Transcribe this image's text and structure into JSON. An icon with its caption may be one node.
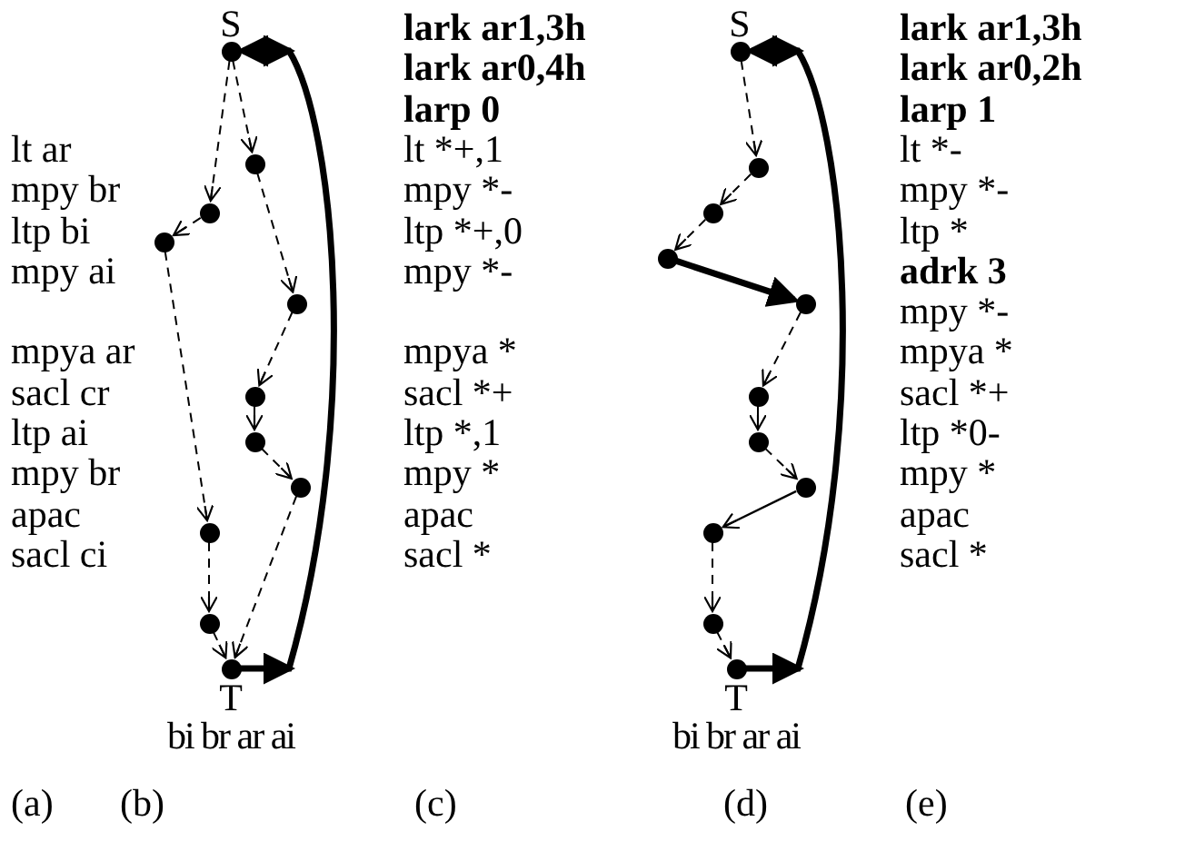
{
  "diagram": {
    "nodes": [
      {
        "text": [
          "S"
        ]
      },
      {
        "text": [],
        "shape": "circle"
      },
      {
        "text": [],
        "shape": "circle"
      },
      {
        "text": [],
        "shape": "circle"
      },
      {
        "text": [],
        "shape": "circle"
      },
      {
        "text": [],
        "shape": "circle"
      },
      {
        "text": [],
        "shape": "circle"
      },
      {
        "text": [],
        "shape": "circle"
      },
      {
        "text": [],
        "shape": "circle"
      },
      {
        "text": [],
        "shape": "circle"
      },
      {
        "text": [
          "T"
        ],
        "beside": [
          "bi br ar ai"
        ]
      },
      {
        "text": [
          "S"
        ]
      },
      {
        "text": [],
        "shape": "circle"
      },
      {
        "text": [],
        "shape": "circle"
      },
      {
        "text": [],
        "shape": "circle"
      },
      {
        "text": [],
        "shape": "circle"
      },
      {
        "text": [],
        "shape": "circle"
      },
      {
        "text": [],
        "shape": "circle"
      },
      {
        "text": [],
        "shape": "circle"
      },
      {
        "text": [],
        "shape": "circle"
      },
      {
        "text": [],
        "shape": "circle"
      },
      {
        "text": [
          "T"
        ],
        "beside": [
          "bi br ar ai"
        ]
      }
    ],
    "edges": [
      {
        "from": 0,
        "to": 1,
        "arrow": "to",
        "style": "dashed"
      },
      {
        "from": 0,
        "to": 2,
        "arrow": "to",
        "style": "dashed"
      },
      {
        "from": 2,
        "to": 3,
        "arrow": "to",
        "style": "dashed"
      },
      {
        "from": 1,
        "to": 4,
        "arrow": "to",
        "style": "dashed"
      },
      {
        "from": 4,
        "to": 5,
        "arrow": "to",
        "style": "dashed"
      },
      {
        "from": 5,
        "to": 6,
        "arrow": "to",
        "style": "dashed"
      },
      {
        "from": 6,
        "to": 7,
        "arrow": "to",
        "style": "dashed"
      },
      {
        "from": 3,
        "to": 8,
        "arrow": "to",
        "style": "dashed"
      },
      {
        "from": 8,
        "to": 9,
        "arrow": "to",
        "style": "dashed"
      },
      {
        "from": 7,
        "to": 10,
        "arrow": "to",
        "style": "dashed"
      },
      {
        "from": 9,
        "to": 10,
        "arrow": "to",
        "style": "dashed"
      },
      {
        "from": 10,
        "to": 0,
        "arrow": "to",
        "style": "thick"
      },
      {
        "from": 11,
        "to": 12,
        "arrow": "to",
        "style": "dashed"
      },
      {
        "from": 12,
        "to": 13,
        "arrow": "to",
        "style": "dashed"
      },
      {
        "from": 13,
        "to": 14,
        "arrow": "to",
        "style": "dashed"
      },
      {
        "from": 14,
        "to": 15,
        "arrow": "to",
        "style": "thick"
      },
      {
        "from": 15,
        "to": 16,
        "arrow": "to",
        "style": "dashed"
      },
      {
        "from": 16,
        "to": 17,
        "arrow": "to",
        "style": "dashed"
      },
      {
        "from": 17,
        "to": 18,
        "arrow": "to",
        "style": "dashed"
      },
      {
        "from": 18,
        "to": 19,
        "arrow": "to"
      },
      {
        "from": 19,
        "to": 20,
        "arrow": "to",
        "style": "dashed"
      },
      {
        "from": 20,
        "to": 21,
        "arrow": "to",
        "style": "dashed"
      },
      {
        "from": 21,
        "to": 11,
        "arrow": "to",
        "style": "thick"
      }
    ],
    "labels": [
      "lt ar",
      "mpy br",
      "ltp bi",
      "mpy ai",
      "mpya ar",
      "sacl cr",
      "ltp ai",
      "mpy br",
      "apac",
      "sacl ci",
      "lark ar1,3h",
      "lark ar0,4h",
      "larp 0",
      "lt *+,1",
      "mpy *-",
      "ltp *+,0",
      "mpy *-",
      "mpya *",
      "sacl *+",
      "ltp *,1",
      "mpy *",
      "apac",
      "sacl *",
      "lark ar1,3h",
      "lark ar0,2h",
      "larp 1",
      "lt *-",
      "mpy *-",
      "ltp *",
      "adrk 3",
      "mpy *-",
      "mpya *",
      "sacl *+",
      "ltp *0-",
      "mpy *",
      "apac",
      "sacl *",
      "(a)",
      "(b)",
      "(c)",
      "(d)",
      "(e)"
    ]
  }
}
